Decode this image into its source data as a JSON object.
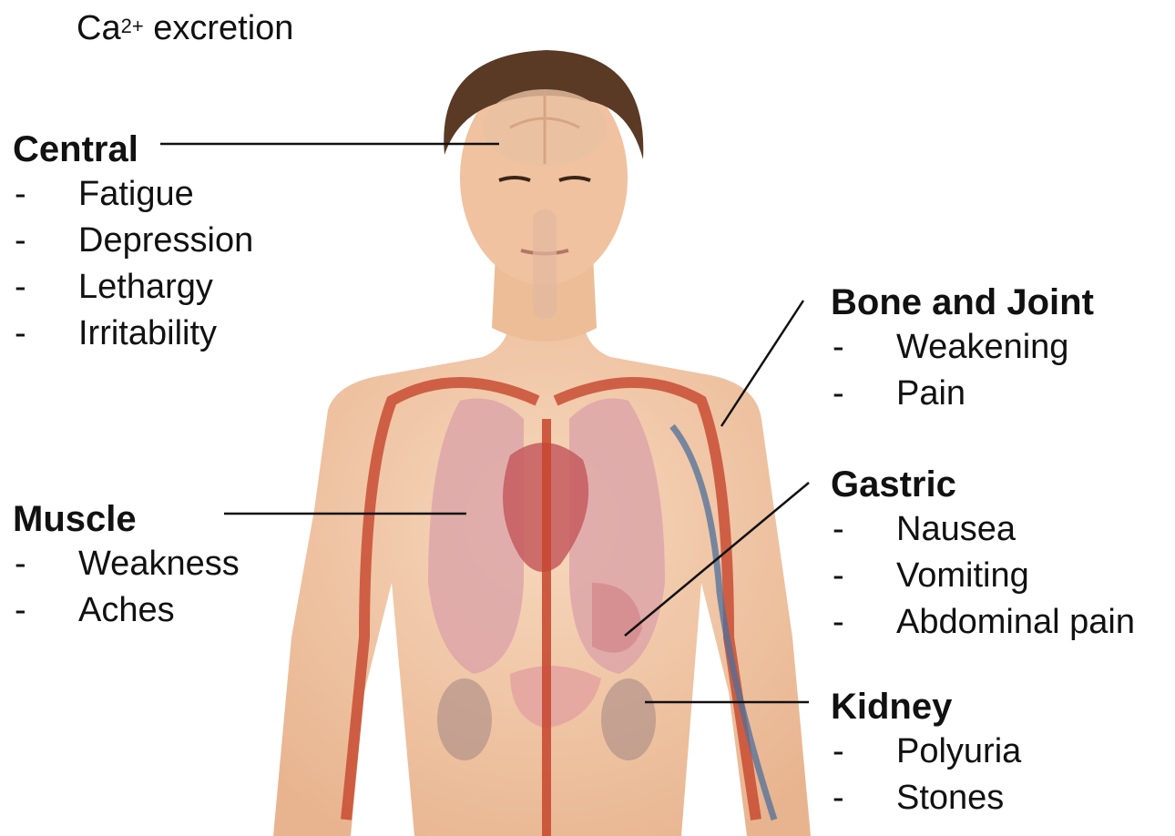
{
  "top_caption": {
    "prefix": "Ca",
    "superscript": "2+",
    "suffix": " excretion"
  },
  "groups": {
    "central": {
      "title": "Central",
      "items": [
        "Fatigue",
        "Depression",
        "Lethargy",
        "Irritability"
      ]
    },
    "muscle": {
      "title": "Muscle",
      "items": [
        "Weakness",
        "Aches"
      ]
    },
    "bone": {
      "title": "Bone and Joint",
      "items": [
        "Weakening",
        "Pain"
      ]
    },
    "gastric": {
      "title": "Gastric",
      "items": [
        "Nausea",
        "Vomiting",
        "Abdominal pain"
      ]
    },
    "kidney": {
      "title": "Kidney",
      "items": [
        "Polyuria",
        "Stones"
      ]
    }
  },
  "bullet": "-",
  "colors": {
    "skin": "#f1c9a6",
    "skin_shadow": "#d9a07b",
    "hair": "#5a3a25",
    "artery": "#c6452c",
    "vein": "#4d6f99",
    "lung": "#d9a0a8",
    "heart": "#c45a5e",
    "leader_line": "#111111"
  }
}
